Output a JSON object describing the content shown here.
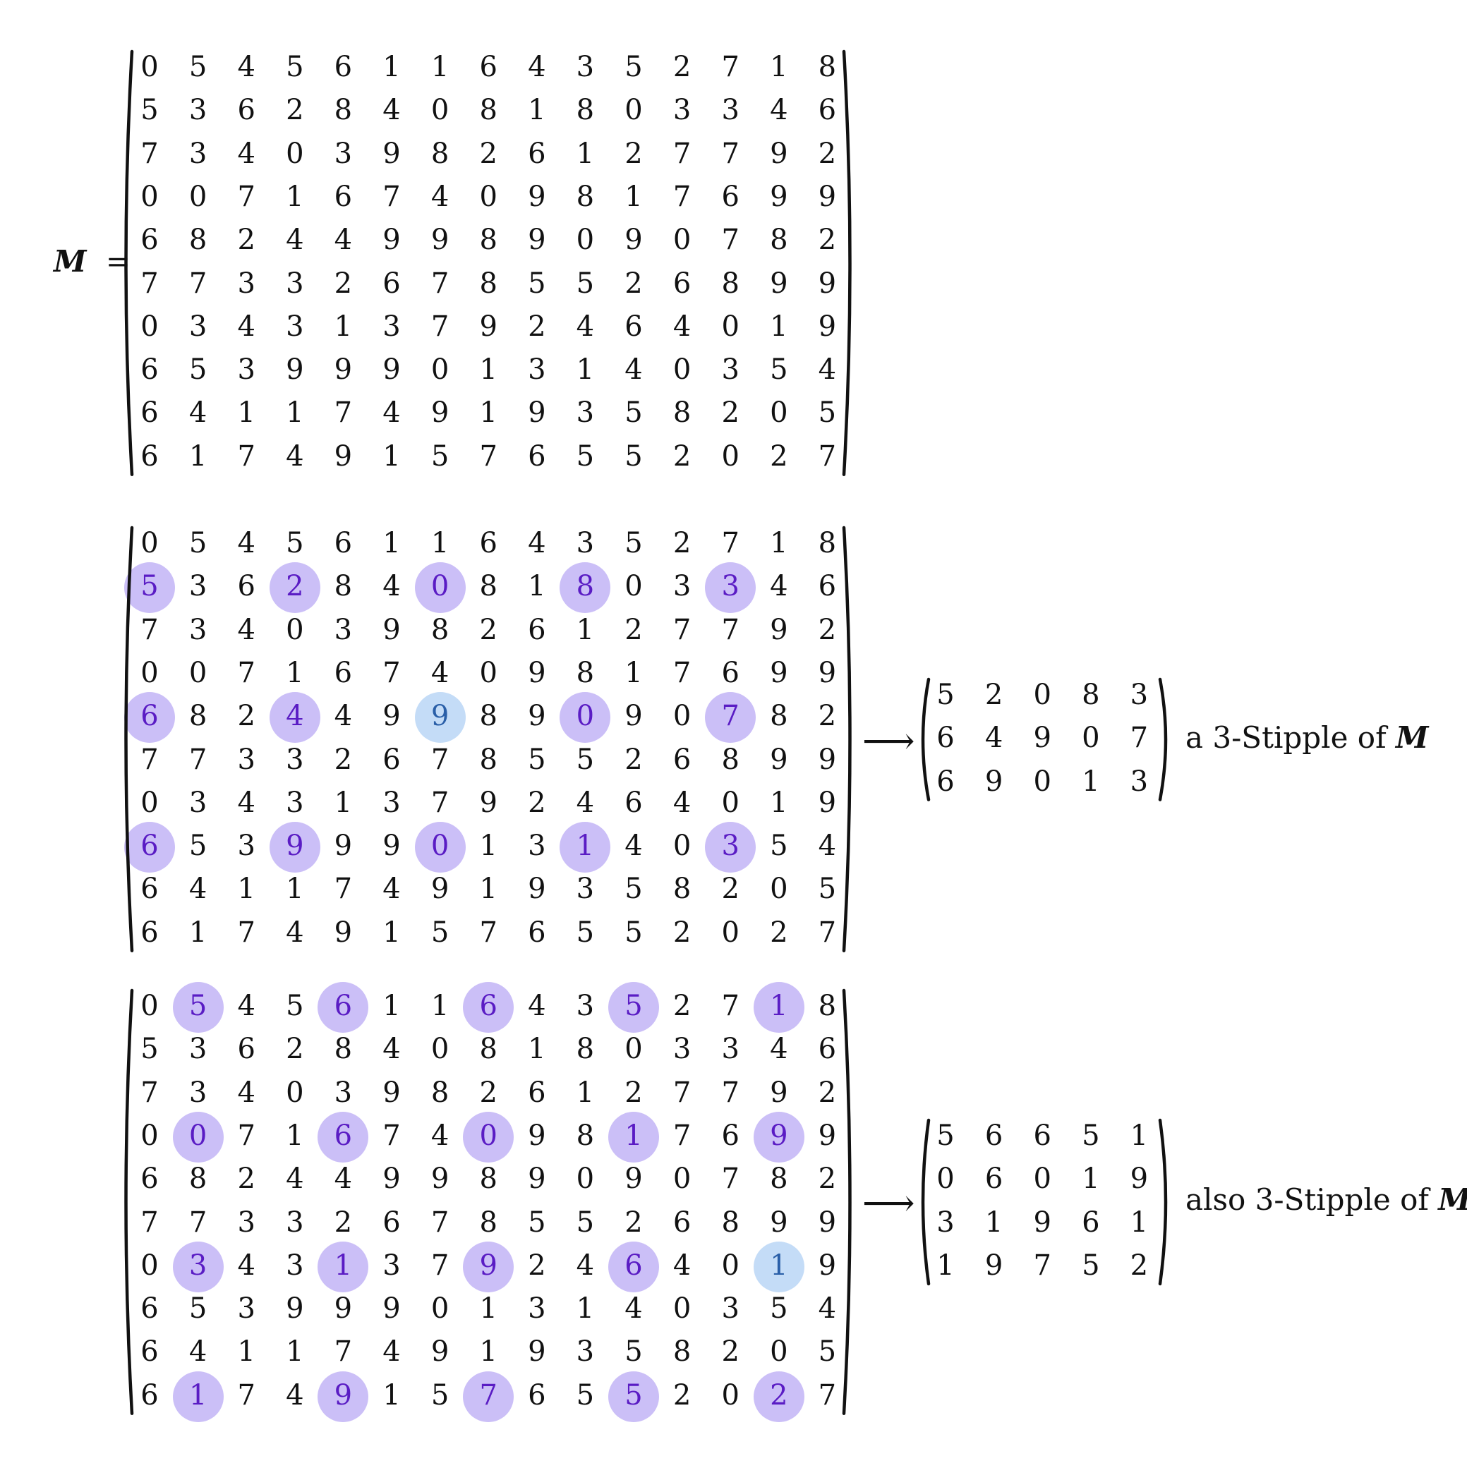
{
  "colors": {
    "highlight_purple": "#cbbff7",
    "text_purple": "#5a1cc4",
    "highlight_blue": "#c4dcf7",
    "text_blue": "#2a5fa8"
  },
  "definition": {
    "lhs": "M",
    "equals": "="
  },
  "matrix_M": [
    [
      0,
      5,
      4,
      5,
      6,
      1,
      1,
      6,
      4,
      3,
      5,
      2,
      7,
      1,
      8
    ],
    [
      5,
      3,
      6,
      2,
      8,
      4,
      0,
      8,
      1,
      8,
      0,
      3,
      3,
      4,
      6
    ],
    [
      7,
      3,
      4,
      0,
      3,
      9,
      8,
      2,
      6,
      1,
      2,
      7,
      7,
      9,
      2
    ],
    [
      0,
      0,
      7,
      1,
      6,
      7,
      4,
      0,
      9,
      8,
      1,
      7,
      6,
      9,
      9
    ],
    [
      6,
      8,
      2,
      4,
      4,
      9,
      9,
      8,
      9,
      0,
      9,
      0,
      7,
      8,
      2
    ],
    [
      7,
      7,
      3,
      3,
      2,
      6,
      7,
      8,
      5,
      5,
      2,
      6,
      8,
      9,
      9
    ],
    [
      0,
      3,
      4,
      3,
      1,
      3,
      7,
      9,
      2,
      4,
      6,
      4,
      0,
      1,
      9
    ],
    [
      6,
      5,
      3,
      9,
      9,
      9,
      0,
      1,
      3,
      1,
      4,
      0,
      3,
      5,
      4
    ],
    [
      6,
      4,
      1,
      1,
      7,
      4,
      9,
      1,
      9,
      3,
      5,
      8,
      2,
      0,
      5
    ],
    [
      6,
      1,
      7,
      4,
      9,
      1,
      5,
      7,
      6,
      5,
      5,
      2,
      0,
      2,
      7
    ]
  ],
  "example_1": {
    "highlighted_cells": [
      {
        "r": 1,
        "c": 0
      },
      {
        "r": 1,
        "c": 3
      },
      {
        "r": 1,
        "c": 6
      },
      {
        "r": 1,
        "c": 9
      },
      {
        "r": 1,
        "c": 12
      },
      {
        "r": 4,
        "c": 0
      },
      {
        "r": 4,
        "c": 3
      },
      {
        "r": 4,
        "c": 6,
        "special": true
      },
      {
        "r": 4,
        "c": 9
      },
      {
        "r": 4,
        "c": 12
      },
      {
        "r": 7,
        "c": 0
      },
      {
        "r": 7,
        "c": 3
      },
      {
        "r": 7,
        "c": 6
      },
      {
        "r": 7,
        "c": 9
      },
      {
        "r": 7,
        "c": 12
      }
    ],
    "arrow": "⟶",
    "result": [
      [
        5,
        2,
        0,
        8,
        3
      ],
      [
        6,
        4,
        9,
        0,
        7
      ],
      [
        6,
        9,
        0,
        1,
        3
      ]
    ],
    "caption_prefix": "a 3-Stipple of",
    "caption_var": "M"
  },
  "example_2": {
    "highlighted_cells": [
      {
        "r": 0,
        "c": 1
      },
      {
        "r": 0,
        "c": 4
      },
      {
        "r": 0,
        "c": 7
      },
      {
        "r": 0,
        "c": 10
      },
      {
        "r": 0,
        "c": 13
      },
      {
        "r": 3,
        "c": 1
      },
      {
        "r": 3,
        "c": 4
      },
      {
        "r": 3,
        "c": 7
      },
      {
        "r": 3,
        "c": 10
      },
      {
        "r": 3,
        "c": 13
      },
      {
        "r": 6,
        "c": 1
      },
      {
        "r": 6,
        "c": 4
      },
      {
        "r": 6,
        "c": 7
      },
      {
        "r": 6,
        "c": 10
      },
      {
        "r": 6,
        "c": 13,
        "special": true
      },
      {
        "r": 9,
        "c": 1
      },
      {
        "r": 9,
        "c": 4
      },
      {
        "r": 9,
        "c": 7
      },
      {
        "r": 9,
        "c": 10
      },
      {
        "r": 9,
        "c": 13
      }
    ],
    "arrow": "⟶",
    "result": [
      [
        5,
        6,
        6,
        5,
        1
      ],
      [
        0,
        6,
        0,
        1,
        9
      ],
      [
        3,
        1,
        9,
        6,
        1
      ],
      [
        1,
        9,
        7,
        5,
        2
      ]
    ],
    "caption_prefix": "also 3-Stipple of",
    "caption_var": "M"
  }
}
